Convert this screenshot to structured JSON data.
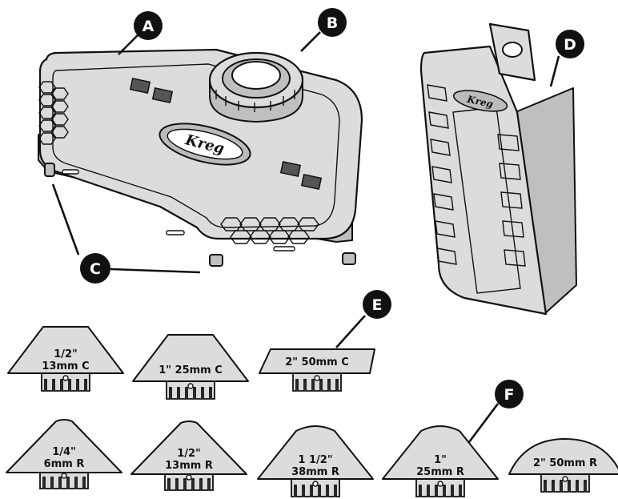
{
  "callouts": {
    "a": "A",
    "b": "B",
    "c": "C",
    "d": "D",
    "e": "E",
    "f": "F"
  },
  "brand": "Kreg",
  "templates": {
    "row1": [
      {
        "line1": "1/2\"",
        "line2": "13mm C"
      },
      {
        "line1": "1\" 25mm C",
        "line2": ""
      },
      {
        "line1": "2\" 50mm C",
        "line2": ""
      }
    ],
    "row2": [
      {
        "line1": "1/4\"",
        "line2": "6mm R"
      },
      {
        "line1": "1/2\"",
        "line2": "13mm R"
      },
      {
        "line1": "1 1/2\"",
        "line2": "38mm R"
      },
      {
        "line1": "1\"",
        "line2": "25mm R"
      },
      {
        "line1": "2\" 50mm R",
        "line2": ""
      }
    ]
  },
  "colors": {
    "part_fill": "#dcdcdc",
    "callout_fill": "#111111",
    "outline": "#111111"
  }
}
